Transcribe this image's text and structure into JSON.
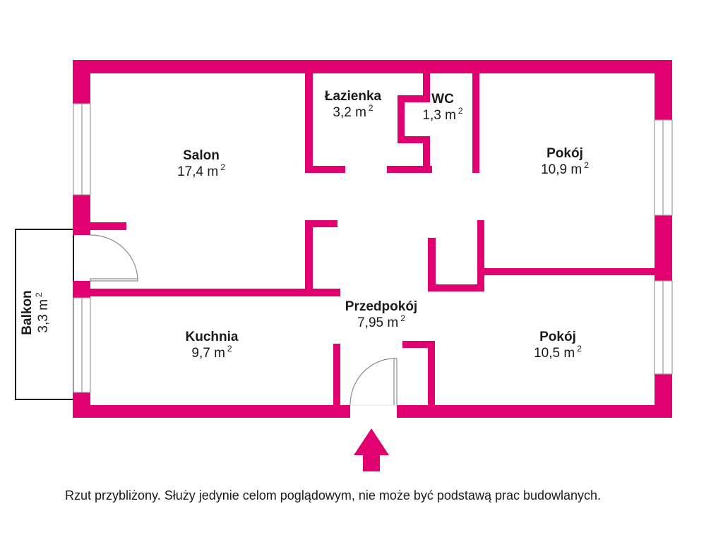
{
  "colors": {
    "wall": "#E0006F",
    "window_line": "#9a9a9a",
    "outline": "#1a1a1a",
    "background": "#ffffff"
  },
  "rooms": [
    {
      "id": "salon",
      "name": "Salon",
      "area": "17,4 m",
      "unit_exp": "2"
    },
    {
      "id": "lazienka",
      "name": "Łazienka",
      "area": "3,2 m",
      "unit_exp": "2"
    },
    {
      "id": "wc",
      "name": "WC",
      "area": "1,3 m",
      "unit_exp": "2"
    },
    {
      "id": "pokoj1",
      "name": "Pokój",
      "area": "10,9 m",
      "unit_exp": "2"
    },
    {
      "id": "przedpokoj",
      "name": "Przedpokój",
      "area": "7,95 m",
      "unit_exp": "2"
    },
    {
      "id": "kuchnia",
      "name": "Kuchnia",
      "area": "9,7 m",
      "unit_exp": "2"
    },
    {
      "id": "pokoj2",
      "name": "Pokój",
      "area": "10,5 m",
      "unit_exp": "2"
    },
    {
      "id": "balkon",
      "name": "Balkon",
      "area": "3,3 m",
      "unit_exp": "2"
    }
  ],
  "entrance_icon": "arrow-up-icon",
  "disclaimer": "Rzut przybliżony. Służy jedynie celom poglądowym, nie może być podstawą prac budowlanych."
}
